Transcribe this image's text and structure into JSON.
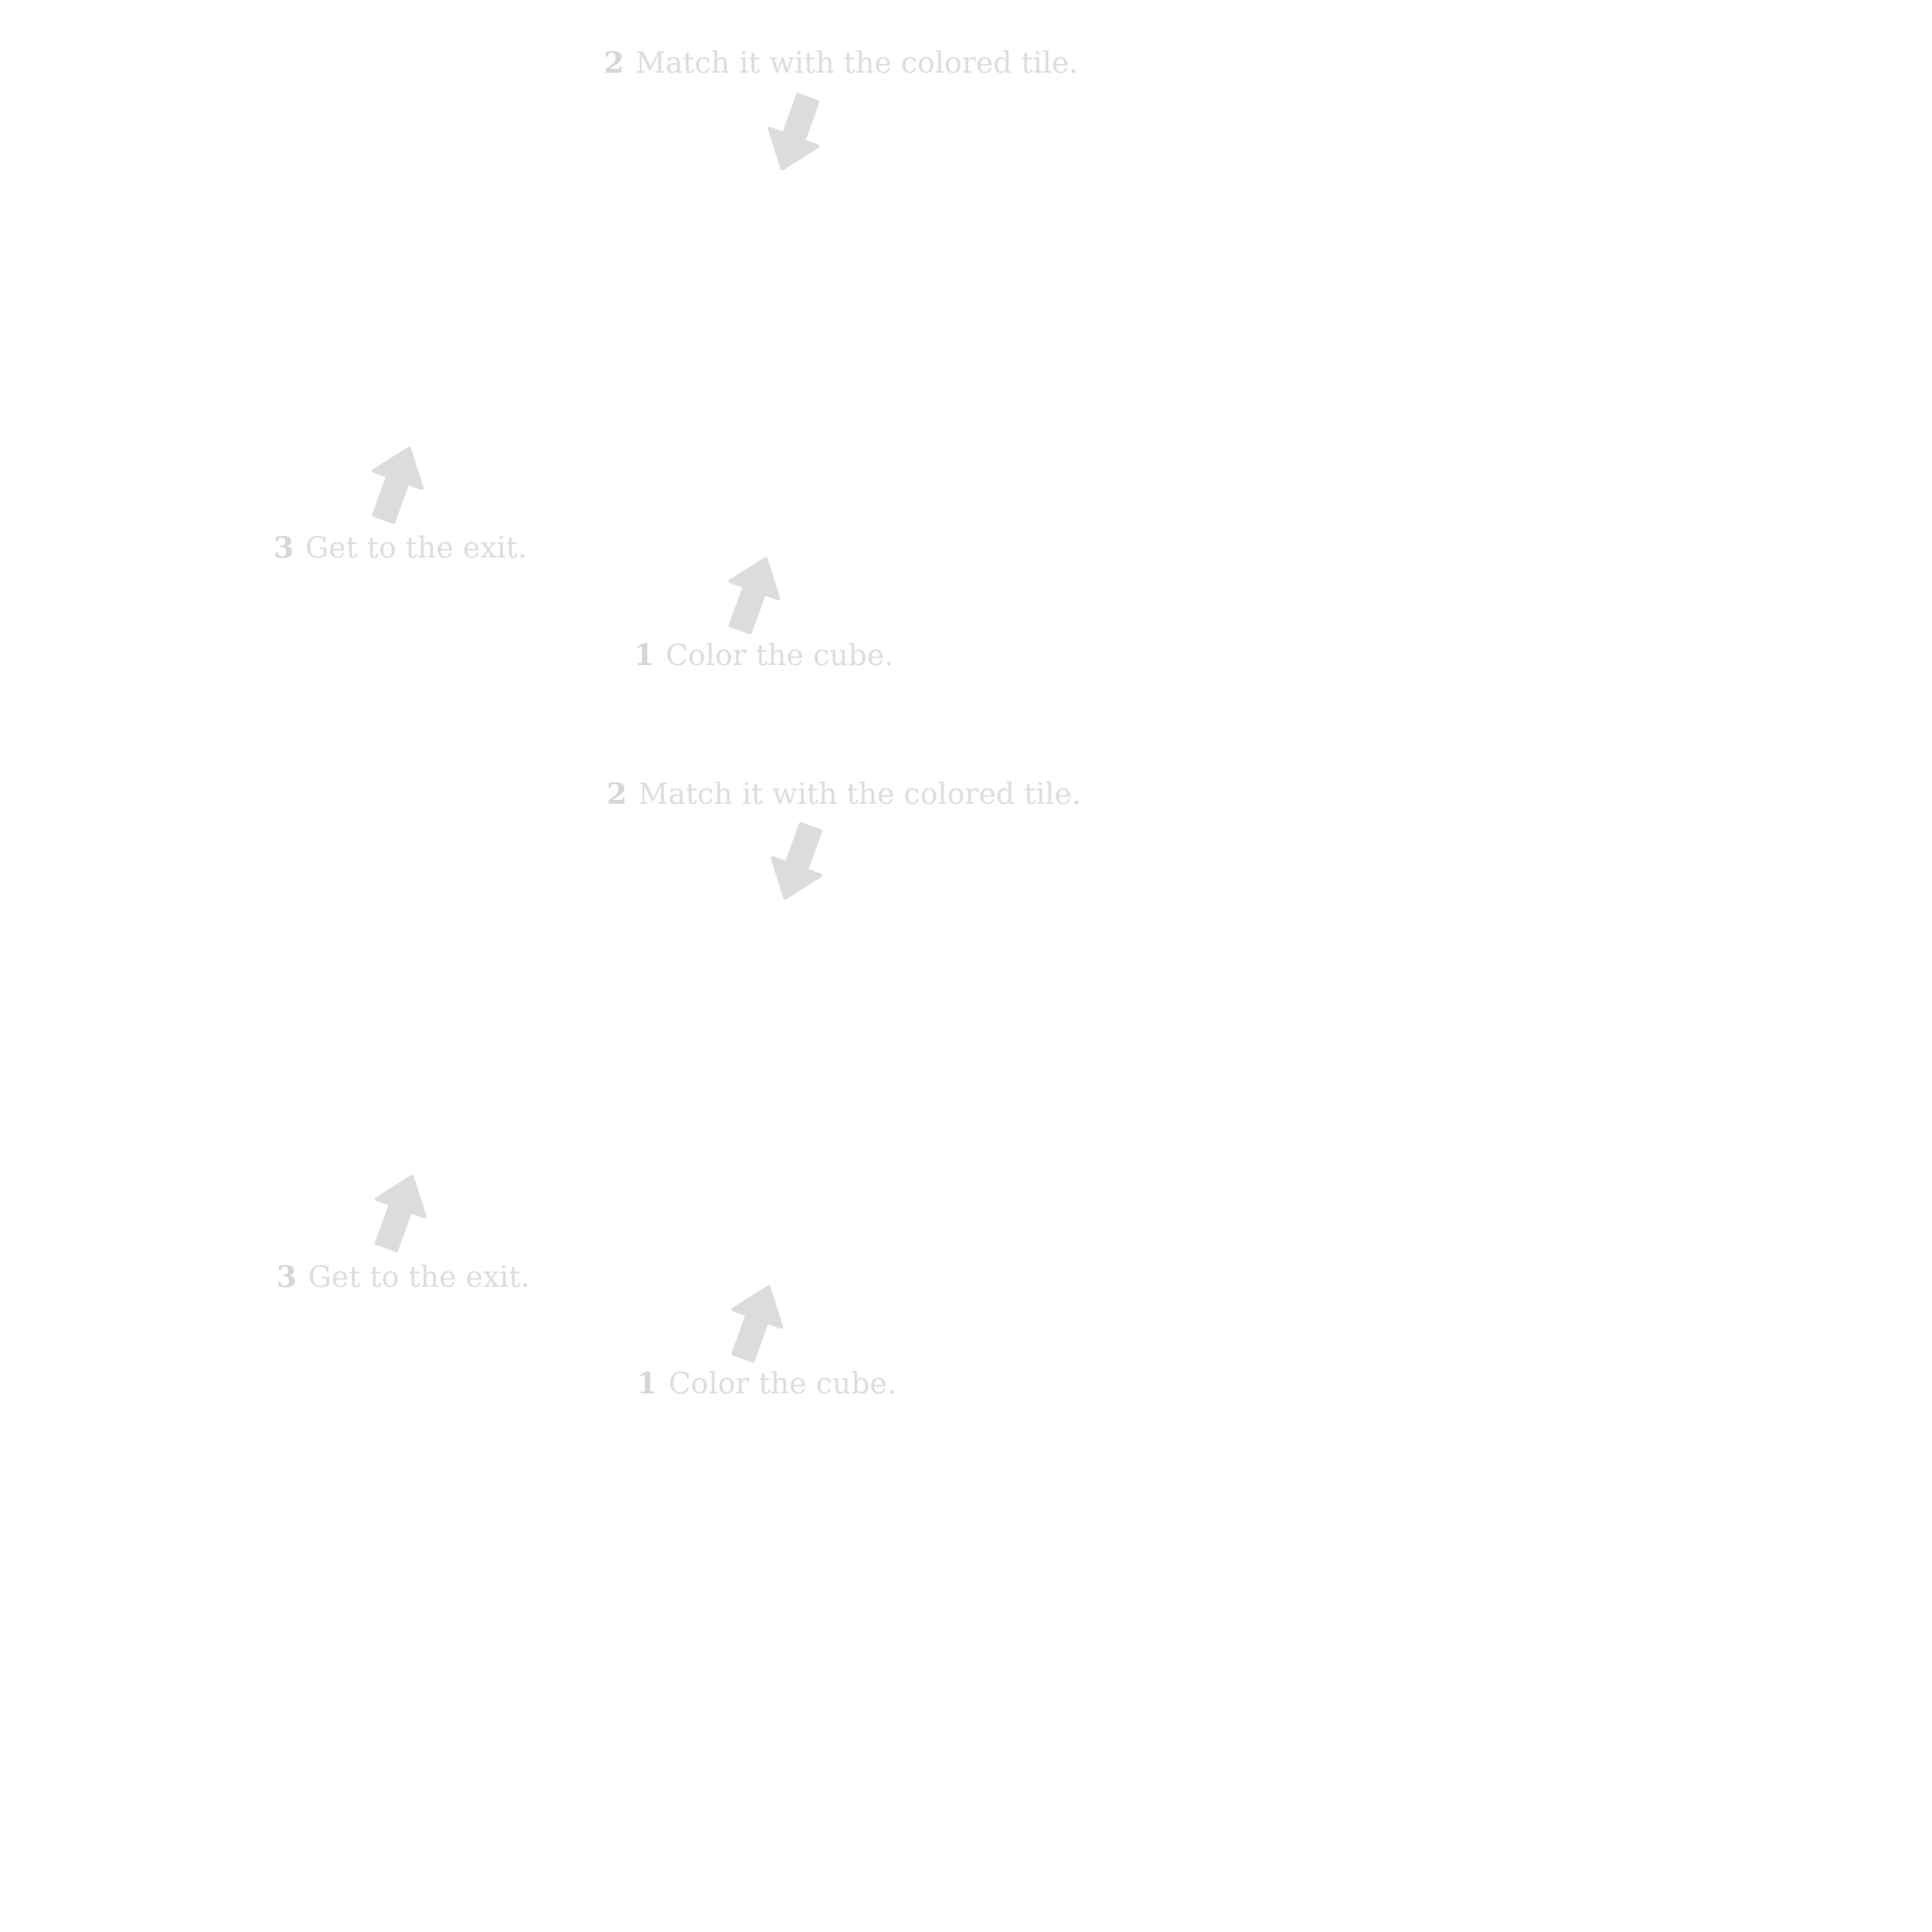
{
  "colors": {
    "background": "#ffffff",
    "hint_text": "#dddddd",
    "arrow_fill": "#dcdcdc"
  },
  "tutorial": {
    "top": {
      "step2": {
        "number": "2",
        "text": "Match it with the colored tile.",
        "arrow_icon": "arrow-down-left-icon"
      },
      "step3": {
        "number": "3",
        "text": "Get to the exit.",
        "arrow_icon": "arrow-up-right-icon"
      },
      "step1": {
        "number": "1",
        "text": "Color the cube.",
        "arrow_icon": "arrow-up-right-icon"
      }
    },
    "bottom": {
      "step2": {
        "number": "2",
        "text": "Match it with the colored tile.",
        "arrow_icon": "arrow-down-left-icon"
      },
      "step3": {
        "number": "3",
        "text": "Get to the exit.",
        "arrow_icon": "arrow-up-right-icon"
      },
      "step1": {
        "number": "1",
        "text": "Color the cube.",
        "arrow_icon": "arrow-up-right-icon"
      }
    }
  }
}
